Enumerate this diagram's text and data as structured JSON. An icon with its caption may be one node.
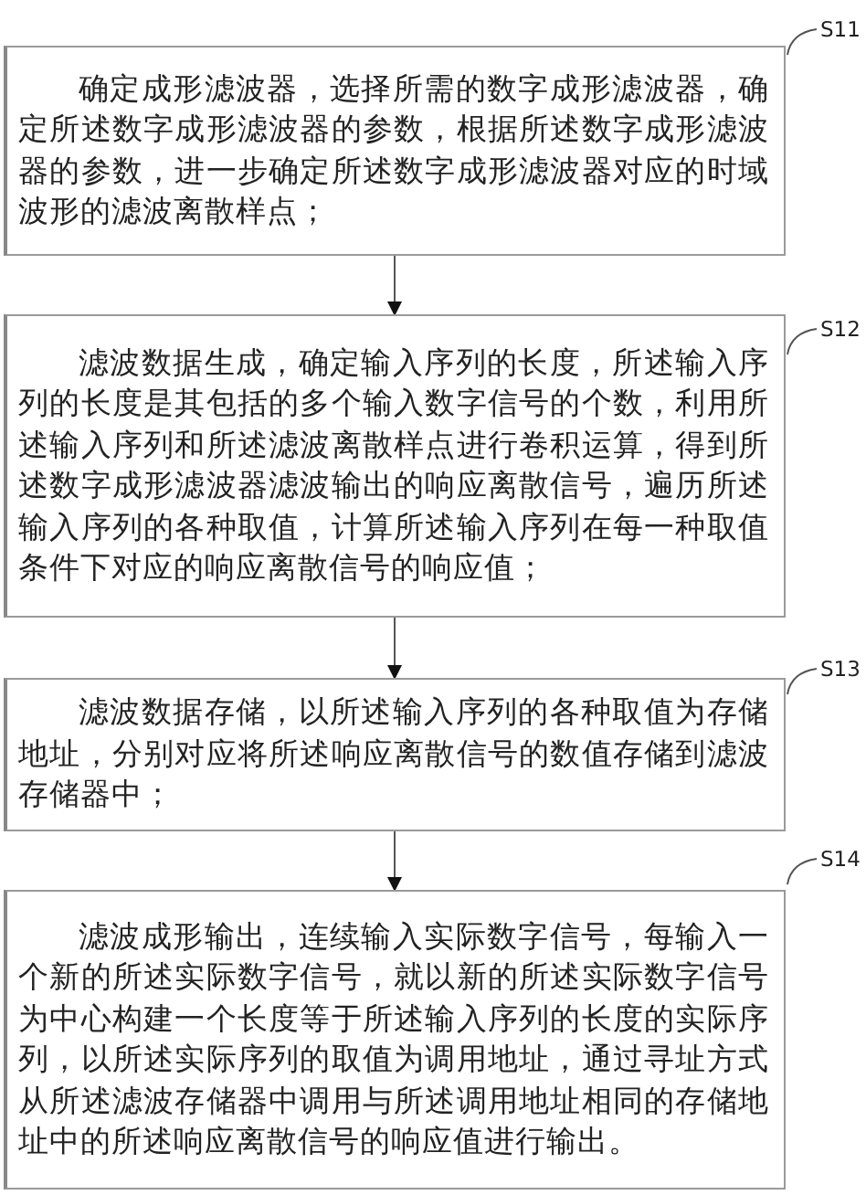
{
  "diagram": {
    "nodes": [
      {
        "text": [
          "确定成形滤波器，选择所需的数字成形滤波器，确定所述数字成形滤波器的参数，根据所述数字成形滤波器的参数，进一步确定所述数字成形滤波器对应的时域波形的滤波离散样点；"
        ]
      },
      {
        "text": [
          "滤波数据生成，确定输入序列的长度，所述输入序列的长度是其包括的多个输入数字信号的个数，利用所述输入序列和所述滤波离散样点进行卷积运算，得到所述数字成形滤波器滤波输出的响应离散信号，遍历所述输入序列的各种取值，计算所述输入序列在每一种取值条件下对应的响应离散信号的响应值；"
        ]
      },
      {
        "text": [
          "滤波数据存储，以所述输入序列的各种取值为存储地址，分别对应将所述响应离散信号的数值存储到滤波存储器中；"
        ]
      },
      {
        "text": [
          "滤波成形输出，连续输入实际数字信号，每输入一个新的所述实际数字信号，就以新的所述实际数字信号为中心构建一个长度等于所述输入序列的长度的实际序列，以所述实际序列的取值为调用地址，通过寻址方式从所述滤波存储器中调用与所述调用地址相同的存储地址中的所述响应离散信号的响应值进行输出。"
        ]
      },
      {
        "text": [
          "S11"
        ]
      },
      {
        "text": [
          "S12"
        ]
      },
      {
        "text": [
          "S13"
        ]
      },
      {
        "text": [
          "S14"
        ]
      }
    ],
    "edges": [
      {
        "from": 0,
        "to": 1,
        "arrow": "to"
      },
      {
        "from": 1,
        "to": 2,
        "arrow": "to"
      },
      {
        "from": 2,
        "to": 3,
        "arrow": "to"
      },
      {
        "from": 4,
        "to": 0,
        "arrow": "none"
      },
      {
        "from": 5,
        "to": 1,
        "arrow": "none"
      },
      {
        "from": 6,
        "to": 2,
        "arrow": "none"
      },
      {
        "from": 7,
        "to": 3,
        "arrow": "none"
      }
    ]
  }
}
